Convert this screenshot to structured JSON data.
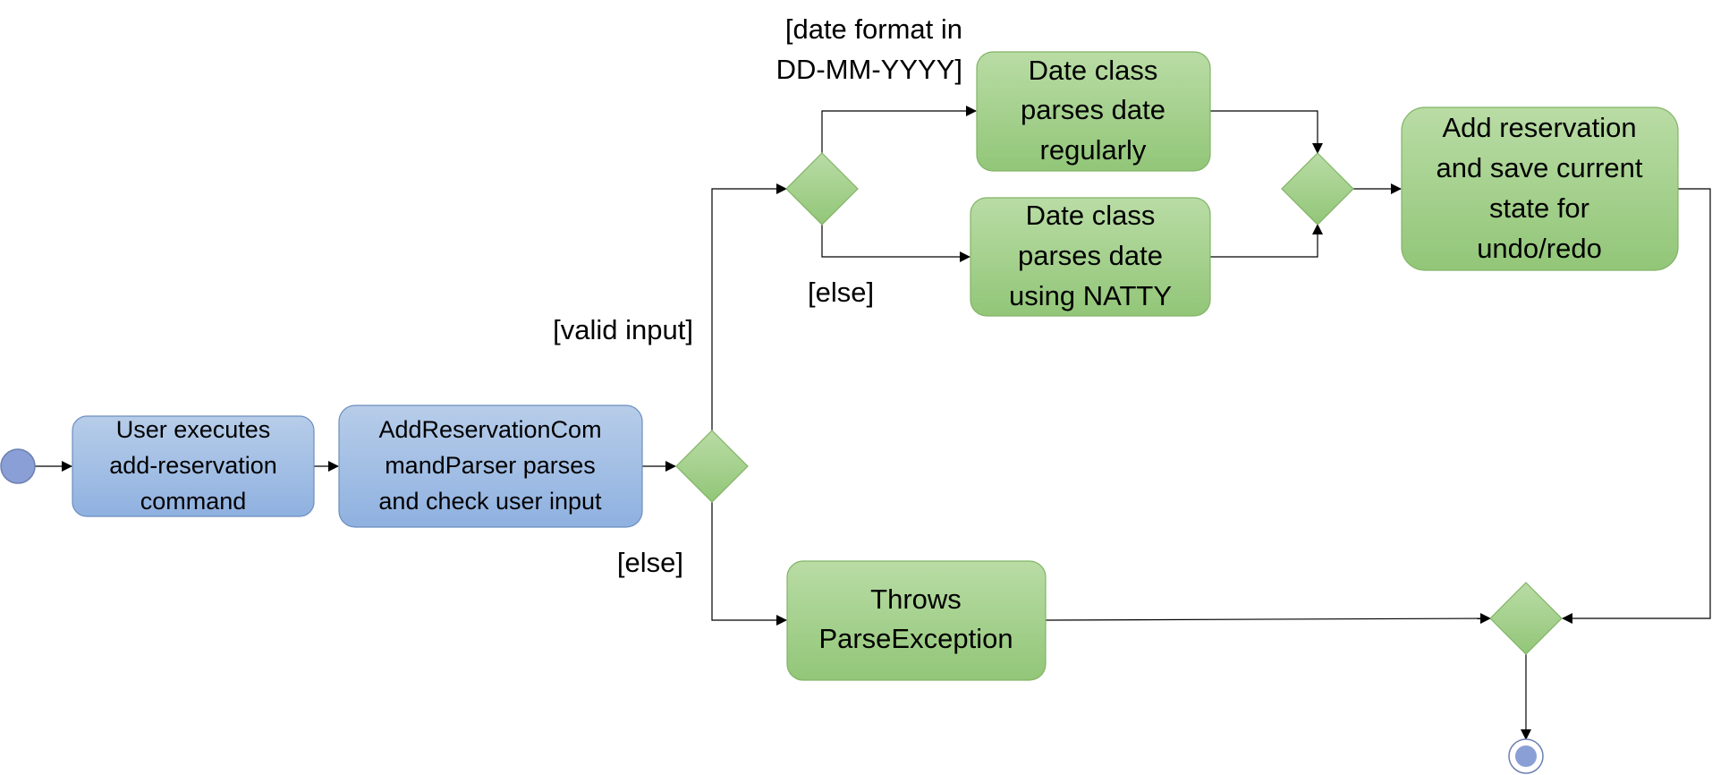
{
  "colors": {
    "blue_fill_top": "#b7cde9",
    "blue_fill_bottom": "#8fb1e0",
    "blue_stroke": "#6c8ebf",
    "green_fill_top": "#b9dca5",
    "green_fill_bottom": "#92c678",
    "green_stroke": "#82b366",
    "start_fill": "#8a9fd6",
    "start_stroke": "#6c7fb0",
    "edge": "#000000"
  },
  "nodes": {
    "user_executes": {
      "lines": [
        "User executes",
        "add-reservation",
        "command"
      ]
    },
    "parser": {
      "lines": [
        "AddReservationCom",
        "mandParser parses",
        "and check user input"
      ]
    },
    "date_regular": {
      "lines": [
        "Date class",
        "parses date",
        "regularly"
      ]
    },
    "date_natty": {
      "lines": [
        "Date class",
        "parses date",
        "using NATTY"
      ]
    },
    "add_reservation": {
      "lines": [
        "Add reservation",
        "and save current",
        "state for",
        "undo/redo"
      ]
    },
    "throws": {
      "lines": [
        "Throws",
        "ParseException"
      ]
    }
  },
  "guards": {
    "date_format": [
      "[date format in",
      "DD-MM-YYYY]"
    ],
    "else_date": "[else]",
    "valid_input": "[valid input]",
    "else_input": "[else]"
  }
}
